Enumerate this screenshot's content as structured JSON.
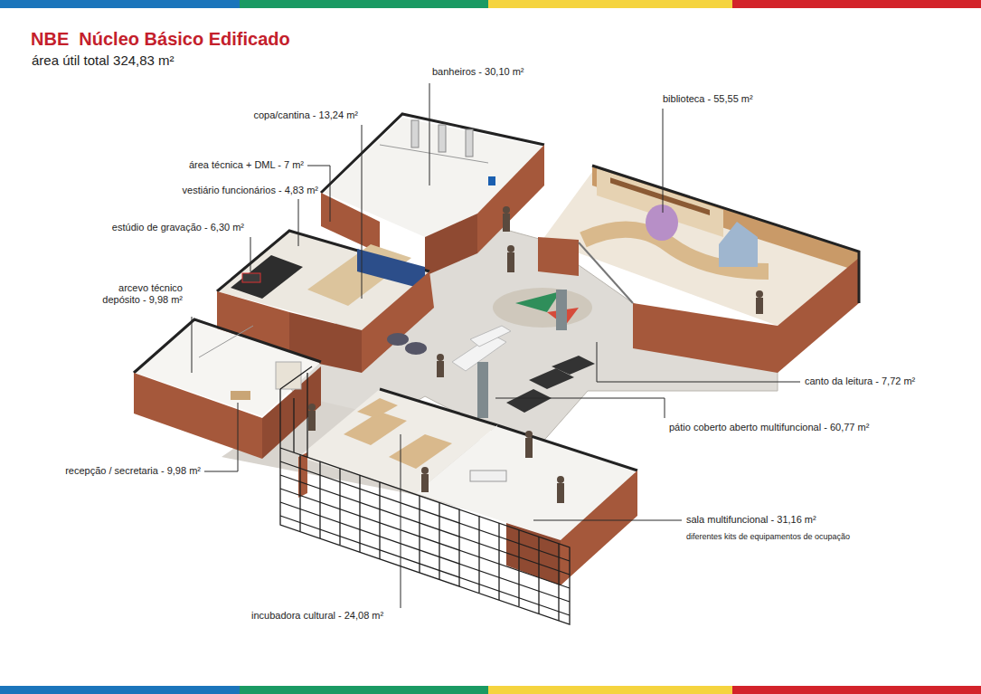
{
  "diagram": {
    "title": "NBE  Núcleo Básico Edificado",
    "labels": [
      "área útil total 324,83 m²",
      "banheiros - 30,10 m²",
      "copa/cantina - 13,24 m²",
      "área técnica + DML - 7 m²",
      "vestiário funcionários - 4,83 m²",
      "estúdio de gravação - 6,30 m²",
      "arcevo técnico depósito - 9,98 m²",
      "recepção / secretaria - 9,98 m²",
      "incubadora cultural - 24,08 m²",
      "sala multifuncional - 31,16 m²",
      "diferentes kits de equipamentos de ocupação",
      "pátio coberto aberto multifuncional - 60,77 m²",
      "canto da leitura - 7,72 m²",
      "biblioteca - 55,55 m²"
    ]
  }
}
